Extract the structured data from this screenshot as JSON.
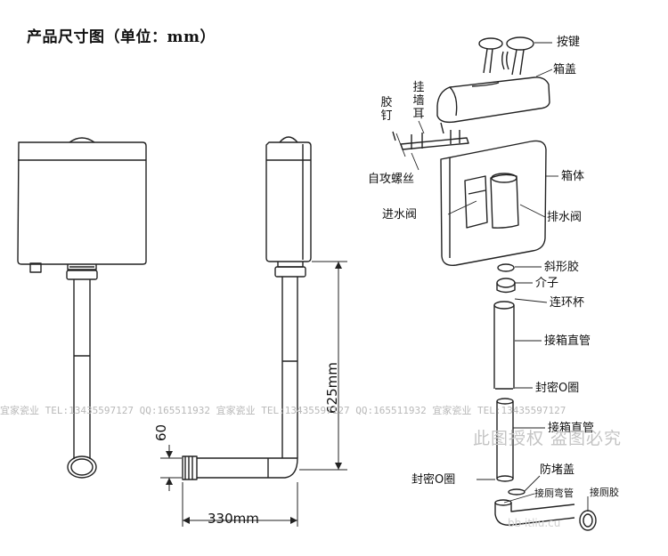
{
  "title": "产品尺寸图（单位：mm）",
  "dimensions": {
    "height_625": "625mm",
    "width_330": "330mm",
    "offset_60": "60"
  },
  "parts": {
    "button": "按键",
    "lid": "箱盖",
    "rubber_nail": "胶钉",
    "wall_hanger": "挂墙耳",
    "self_tap_screw": "自攻螺丝",
    "tank_body": "箱体",
    "inlet_valve": "进水阀",
    "drain_valve": "排水阀",
    "bevel_rubber": "斜形胶",
    "adapter": "介子",
    "connecting_cup": "连环杯",
    "straight_pipe_1": "接箱直管",
    "seal_ring_1": "封密O圈",
    "straight_pipe_2": "接箱直管",
    "dust_cap": "防堵盖",
    "seal_ring_2": "封密O圈",
    "toilet_elbow": "接厕弯管",
    "toilet_rubber": "接厕胶"
  },
  "watermark": {
    "line": "宜家瓷业 TEL:13435597127 QQ:165511932 宜家瓷业 TEL:13435597127 QQ:165511932 宜家瓷业 TEL:13435597127",
    "stamp": "此图授权 盗图必究",
    "faint": "bb·itliu.cu"
  },
  "colors": {
    "line": "#222222",
    "watermark": "#b9b9b9"
  }
}
